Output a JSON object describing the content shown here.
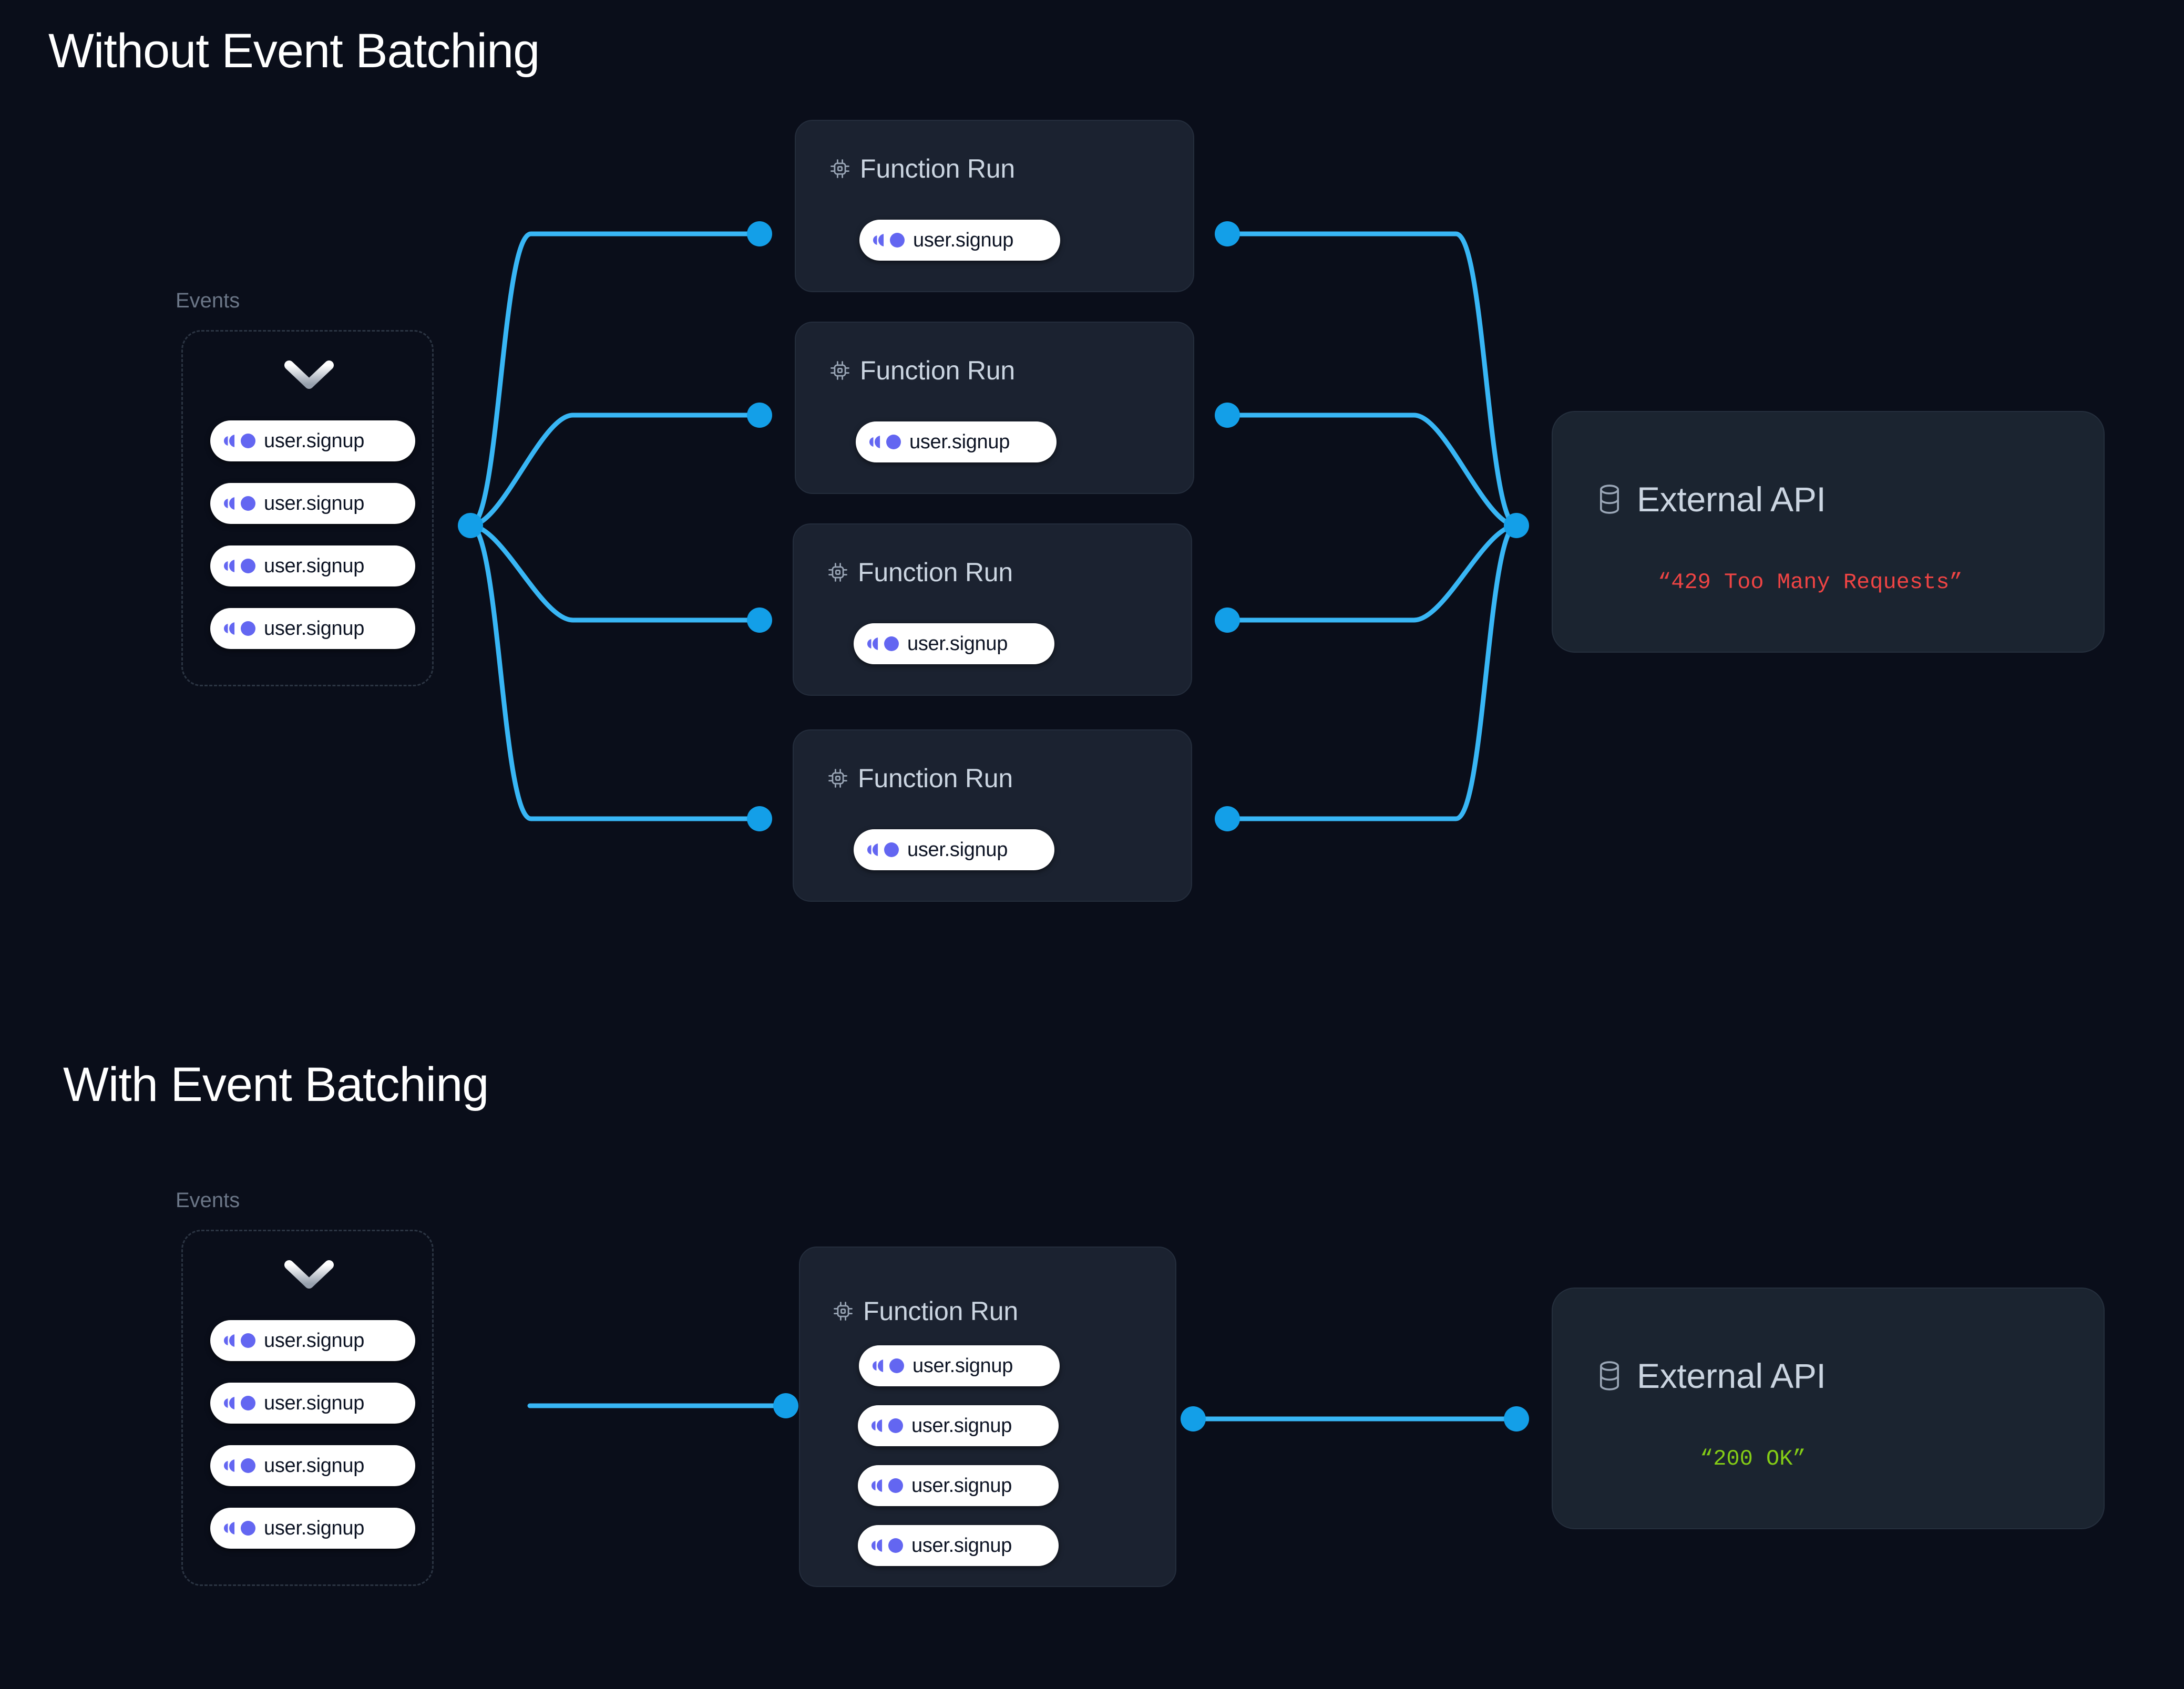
{
  "page": {
    "background_color": "#0a0e1a",
    "accent_color": "#2aa8ef",
    "event_icon_color": "#6366f1"
  },
  "sections": [
    {
      "id": "without-batching",
      "title": "Without Event Batching",
      "events_label": "Events",
      "events": [
        {
          "label": "user.signup",
          "icon": "event-motion-icon"
        },
        {
          "label": "user.signup",
          "icon": "event-motion-icon"
        },
        {
          "label": "user.signup",
          "icon": "event-motion-icon"
        },
        {
          "label": "user.signup",
          "icon": "event-motion-icon"
        }
      ],
      "function_runs": [
        {
          "title": "Function Run",
          "icon": "cpu-chip-icon",
          "events": [
            {
              "label": "user.signup"
            }
          ]
        },
        {
          "title": "Function Run",
          "icon": "cpu-chip-icon",
          "events": [
            {
              "label": "user.signup"
            }
          ]
        },
        {
          "title": "Function Run",
          "icon": "cpu-chip-icon",
          "events": [
            {
              "label": "user.signup"
            }
          ]
        },
        {
          "title": "Function Run",
          "icon": "cpu-chip-icon",
          "events": [
            {
              "label": "user.signup"
            }
          ]
        }
      ],
      "external_api": {
        "title": "External API",
        "icon": "database-icon",
        "status": "“429 Too Many Requests”",
        "status_color": "#ef4444"
      }
    },
    {
      "id": "with-batching",
      "title": "With Event Batching",
      "events_label": "Events",
      "events": [
        {
          "label": "user.signup",
          "icon": "event-motion-icon"
        },
        {
          "label": "user.signup",
          "icon": "event-motion-icon"
        },
        {
          "label": "user.signup",
          "icon": "event-motion-icon"
        },
        {
          "label": "user.signup",
          "icon": "event-motion-icon"
        }
      ],
      "function_runs": [
        {
          "title": "Function Run",
          "icon": "cpu-chip-icon",
          "events": [
            {
              "label": "user.signup"
            },
            {
              "label": "user.signup"
            },
            {
              "label": "user.signup"
            },
            {
              "label": "user.signup"
            }
          ]
        }
      ],
      "external_api": {
        "title": "External API",
        "icon": "database-icon",
        "status": "“200 OK”",
        "status_color": "#84cc16"
      }
    }
  ]
}
